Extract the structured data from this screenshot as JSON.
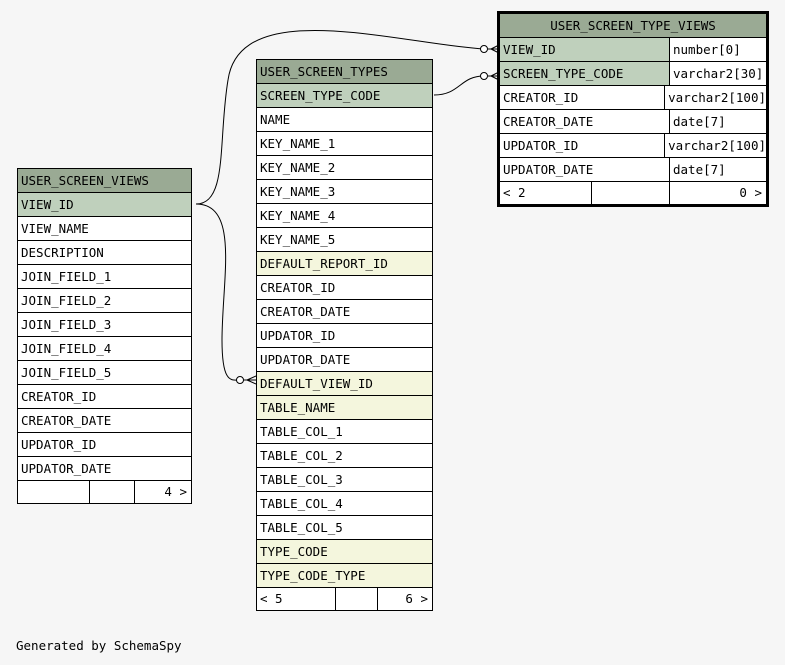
{
  "tables": {
    "user_screen_views": {
      "name": "USER_SCREEN_VIEWS",
      "columns": [
        {
          "name": "VIEW_ID",
          "kind": "pk"
        },
        {
          "name": "VIEW_NAME",
          "kind": "plain"
        },
        {
          "name": "DESCRIPTION",
          "kind": "plain"
        },
        {
          "name": "JOIN_FIELD_1",
          "kind": "plain"
        },
        {
          "name": "JOIN_FIELD_2",
          "kind": "plain"
        },
        {
          "name": "JOIN_FIELD_3",
          "kind": "plain"
        },
        {
          "name": "JOIN_FIELD_4",
          "kind": "plain"
        },
        {
          "name": "JOIN_FIELD_5",
          "kind": "plain"
        },
        {
          "name": "CREATOR_ID",
          "kind": "plain"
        },
        {
          "name": "CREATOR_DATE",
          "kind": "plain"
        },
        {
          "name": "UPDATOR_ID",
          "kind": "plain"
        },
        {
          "name": "UPDATOR_DATE",
          "kind": "plain"
        }
      ],
      "footer": [
        "",
        "",
        "4 >"
      ]
    },
    "user_screen_types": {
      "name": "USER_SCREEN_TYPES",
      "columns": [
        {
          "name": "SCREEN_TYPE_CODE",
          "kind": "pk"
        },
        {
          "name": "NAME",
          "kind": "plain"
        },
        {
          "name": "KEY_NAME_1",
          "kind": "plain"
        },
        {
          "name": "KEY_NAME_2",
          "kind": "plain"
        },
        {
          "name": "KEY_NAME_3",
          "kind": "plain"
        },
        {
          "name": "KEY_NAME_4",
          "kind": "plain"
        },
        {
          "name": "KEY_NAME_5",
          "kind": "plain"
        },
        {
          "name": "DEFAULT_REPORT_ID",
          "kind": "fk"
        },
        {
          "name": "CREATOR_ID",
          "kind": "plain"
        },
        {
          "name": "CREATOR_DATE",
          "kind": "plain"
        },
        {
          "name": "UPDATOR_ID",
          "kind": "plain"
        },
        {
          "name": "UPDATOR_DATE",
          "kind": "plain"
        },
        {
          "name": "DEFAULT_VIEW_ID",
          "kind": "fk"
        },
        {
          "name": "TABLE_NAME",
          "kind": "fk"
        },
        {
          "name": "TABLE_COL_1",
          "kind": "plain"
        },
        {
          "name": "TABLE_COL_2",
          "kind": "plain"
        },
        {
          "name": "TABLE_COL_3",
          "kind": "plain"
        },
        {
          "name": "TABLE_COL_4",
          "kind": "plain"
        },
        {
          "name": "TABLE_COL_5",
          "kind": "plain"
        },
        {
          "name": "TYPE_CODE",
          "kind": "fk"
        },
        {
          "name": "TYPE_CODE_TYPE",
          "kind": "fk"
        }
      ],
      "footer": [
        "< 5",
        "",
        "6 >"
      ]
    },
    "user_screen_type_views": {
      "name": "USER_SCREEN_TYPE_VIEWS",
      "columns": [
        {
          "name": "VIEW_ID",
          "type": "number[0]",
          "kind": "pk"
        },
        {
          "name": "SCREEN_TYPE_CODE",
          "type": "varchar2[30]",
          "kind": "pk"
        },
        {
          "name": "CREATOR_ID",
          "type": "varchar2[100]",
          "kind": "plain"
        },
        {
          "name": "CREATOR_DATE",
          "type": "date[7]",
          "kind": "plain"
        },
        {
          "name": "UPDATOR_ID",
          "type": "varchar2[100]",
          "kind": "plain"
        },
        {
          "name": "UPDATOR_DATE",
          "type": "date[7]",
          "kind": "plain"
        }
      ],
      "footer": [
        "< 2",
        "",
        "0 >"
      ]
    }
  },
  "colors": {
    "header": "#9aaa94",
    "primary_key": "#bfd0bc",
    "foreign_key": "#f4f6dd",
    "background": "#f6f6f6"
  },
  "footer_text": "Generated by SchemaSpy"
}
